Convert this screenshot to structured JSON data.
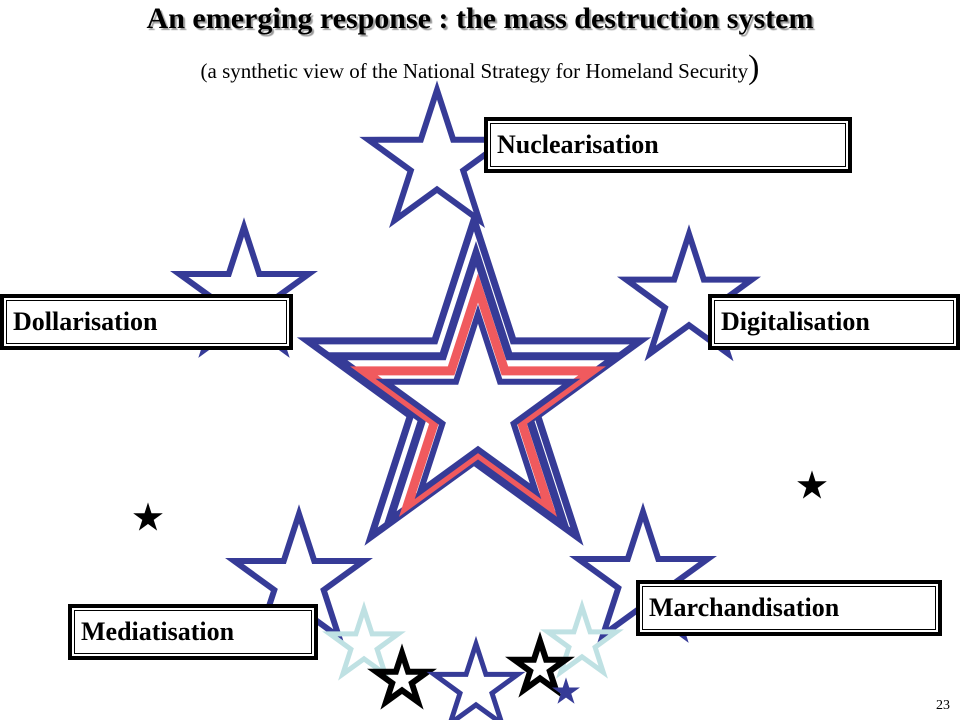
{
  "title": "An emerging response : the mass destruction system",
  "subtitle": {
    "open": "(",
    "text": "a synthetic view of the National Strategy for Homeland Security",
    "close": ")"
  },
  "labels": {
    "nuclearisation": "Nuclearisation",
    "dollarisation": "Dollarisation",
    "digitalisation": "Digitalisation",
    "mediatisation": "Mediatisation",
    "marchandisation": "Marchandisation"
  },
  "slide_number": "23",
  "colors": {
    "navy": "#363b97",
    "red": "#f05a5e",
    "light_blue": "#bfe1e3",
    "black": "#000000"
  }
}
